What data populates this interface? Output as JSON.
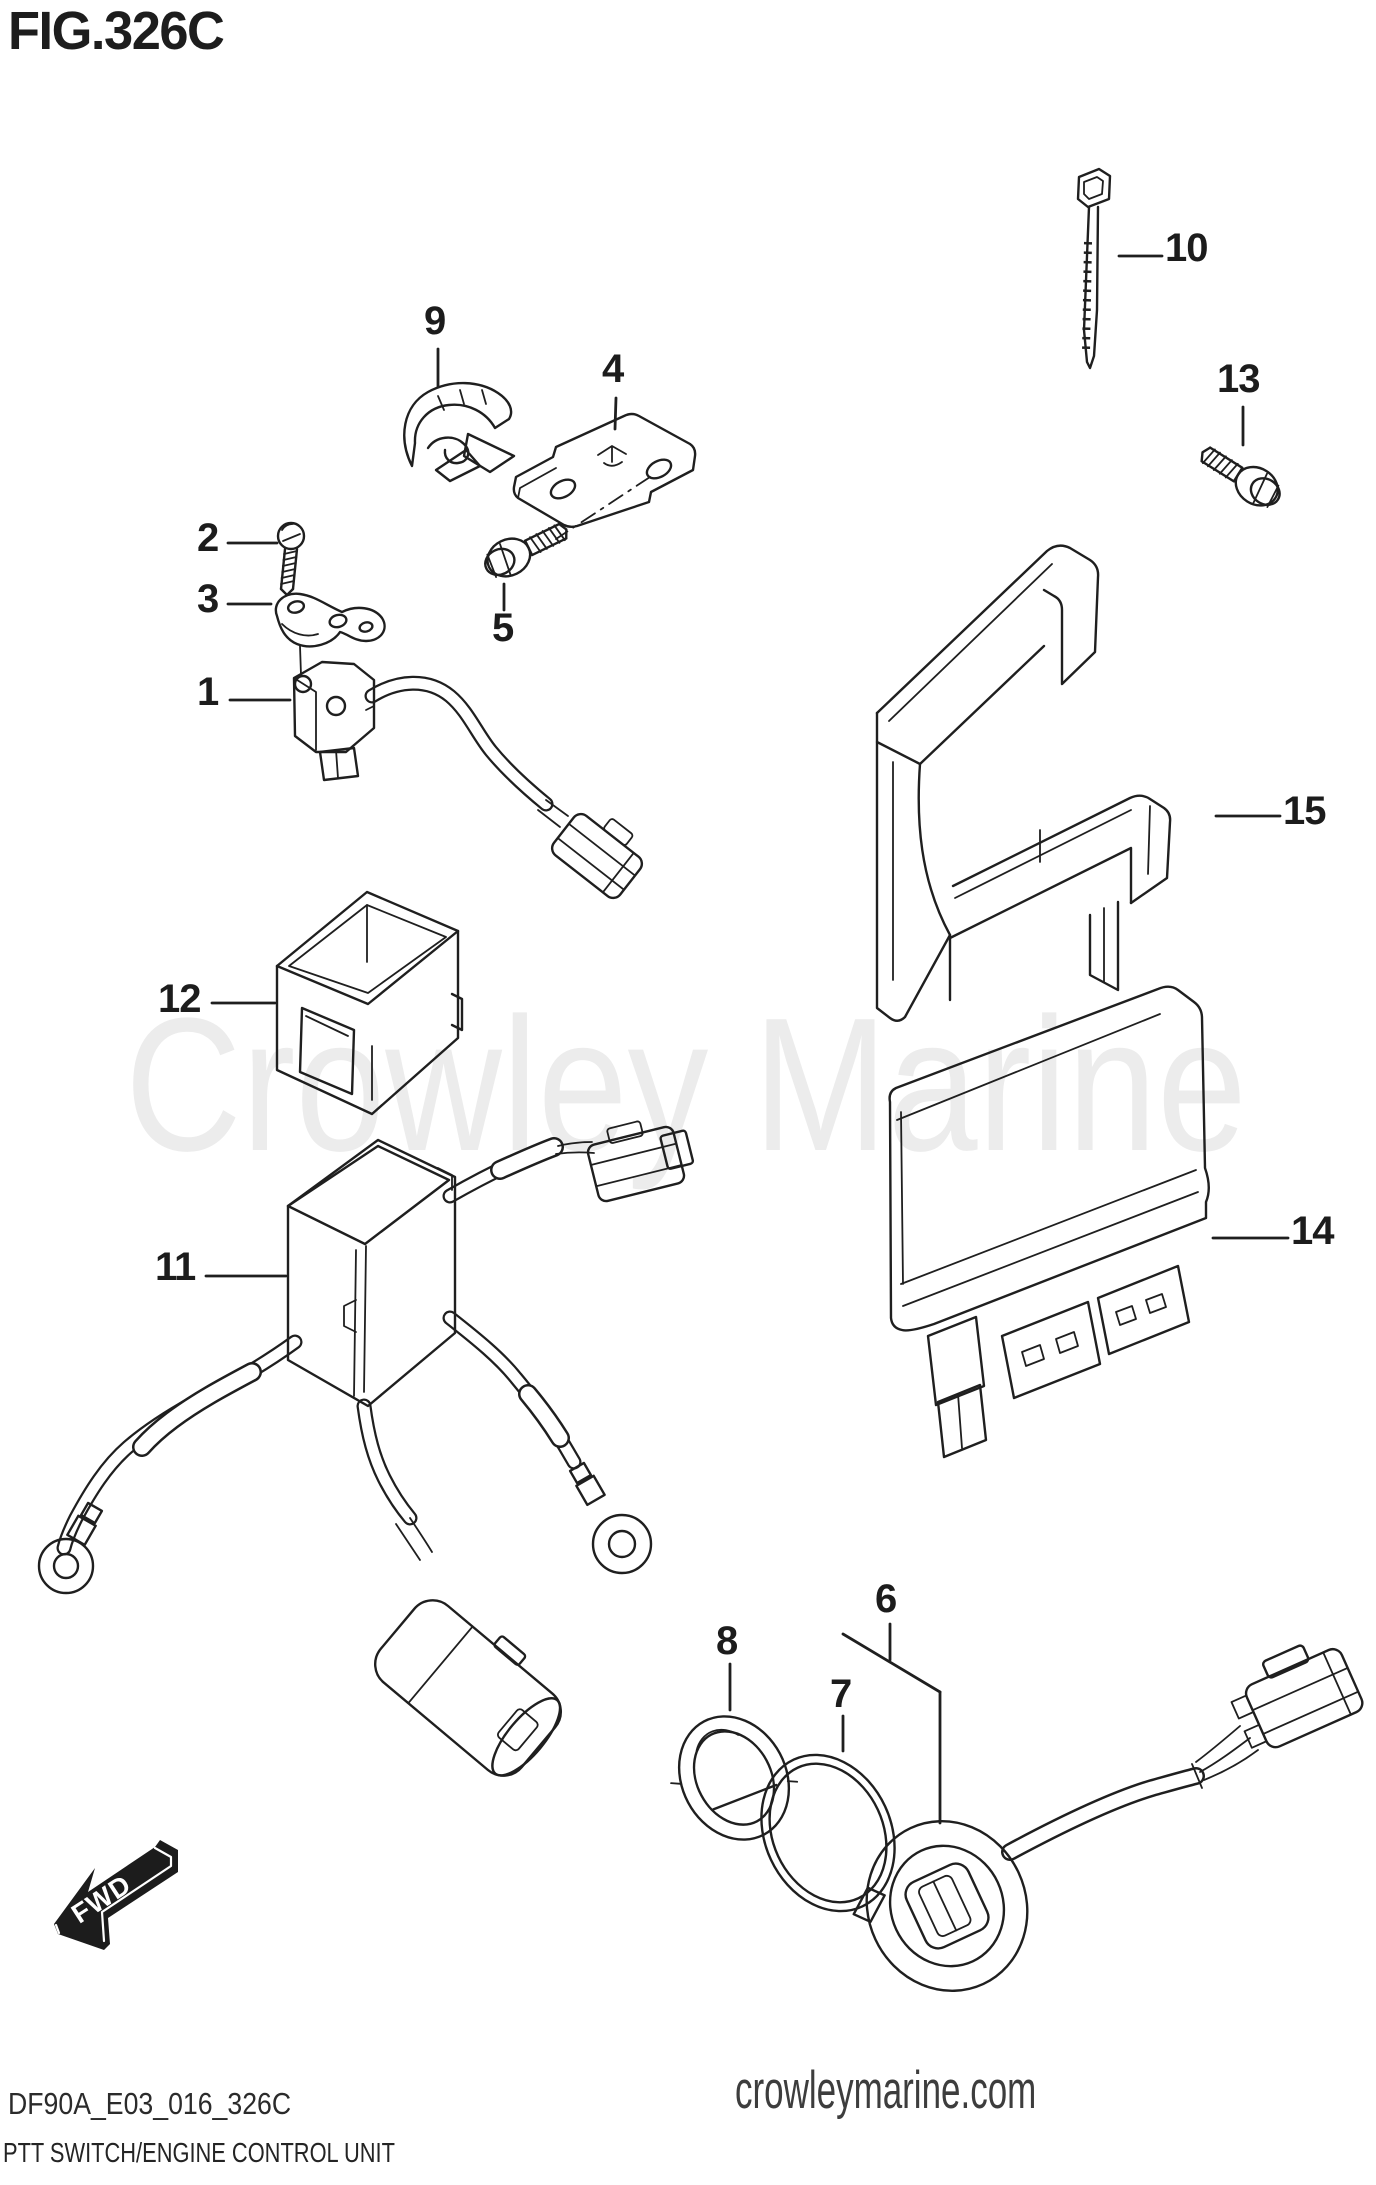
{
  "header": {
    "figure_title": "FIG.326C"
  },
  "watermark": {
    "text": "Crowley Marine",
    "color": "#ececec"
  },
  "part_labels": [
    "1",
    "2",
    "3",
    "4",
    "5",
    "6",
    "7",
    "8",
    "9",
    "10",
    "11",
    "12",
    "13",
    "14",
    "15"
  ],
  "direction_indicator": {
    "label": "FWD"
  },
  "footer": {
    "drawing_code": "DF90A_E03_016_326C",
    "diagram_title": "PTT SWITCH/ENGINE CONTROL UNIT",
    "website": "crowleymarine.com"
  }
}
